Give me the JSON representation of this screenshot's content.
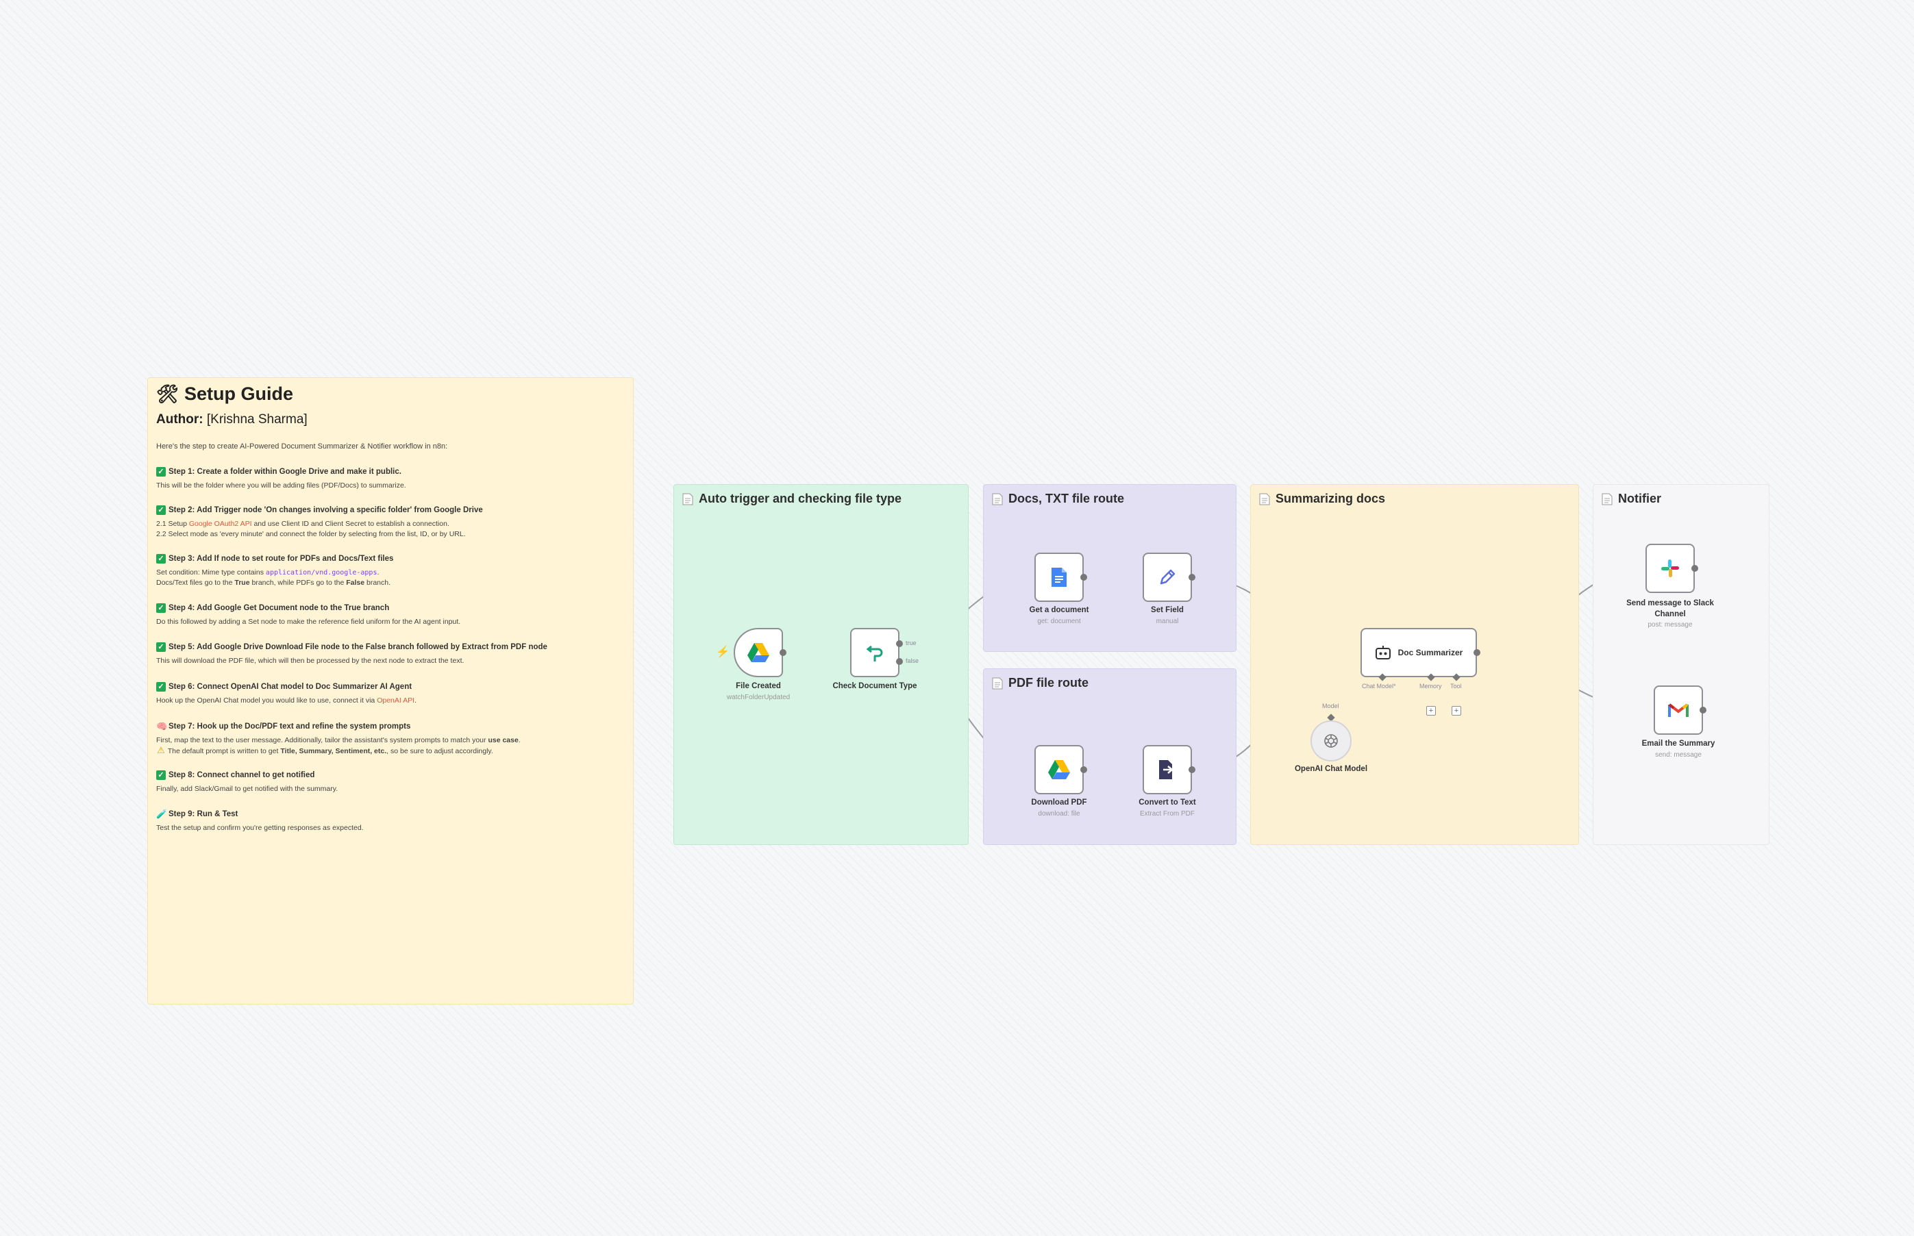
{
  "guide": {
    "title": "Setup Guide",
    "author_label": "Author:",
    "author_name": "[Krishna Sharma]",
    "intro": "Here's the step to create AI-Powered Document Summarizer & Notifier workflow in n8n:",
    "steps": [
      {
        "title": "Step 1: Create a folder within Google Drive and make it public.",
        "desc": "This will be the folder where you will be adding files (PDF/Docs) to summarize."
      },
      {
        "title": "Step 2: Add Trigger node 'On changes involving a specific folder' from Google Drive",
        "desc_prefix": "2.1 Setup ",
        "desc_link": "Google OAuth2 API",
        "desc_suffix": " and use Client ID and Client Secret to establish a connection.",
        "desc2": "2.2 Select mode as 'every minute' and connect the folder by selecting from the list, ID, or by URL."
      },
      {
        "title": "Step 3: Add If node to set route for PDFs and Docs/Text files",
        "desc_prefix": "Set condition: Mime type contains ",
        "desc_code": "application/vnd.google-apps",
        "desc_suffix": ".",
        "desc2_a": "Docs/Text files go to the ",
        "desc2_b": "True",
        "desc2_c": " branch, while PDFs go to the ",
        "desc2_d": "False",
        "desc2_e": " branch."
      },
      {
        "title": "Step 4: Add Google Get Document node to the True branch",
        "desc": "Do this followed by adding a Set node to make the reference field uniform for the AI agent input."
      },
      {
        "title": "Step 5: Add Google Drive Download File node to the False branch followed by Extract from PDF node",
        "desc": "This will download the PDF file, which will then be processed by the next node to extract the text."
      },
      {
        "title": "Step 6: Connect OpenAI Chat model to Doc Summarizer AI Agent",
        "desc_prefix": "Hook up the OpenAI Chat model you would like to use, connect it via ",
        "desc_link": "OpenAI API",
        "desc_suffix": "."
      },
      {
        "title": "Step 7: Hook up the Doc/PDF text and refine the system prompts",
        "desc_a": "First, map the text to the user message. Additionally, tailor the assistant's system prompts to match your ",
        "desc_b": "use case",
        "desc_c": ".",
        "desc2_a": "The default prompt is written to get ",
        "desc2_b": "Title, Summary, Sentiment, etc.",
        "desc2_c": ", so be sure to adjust accordingly."
      },
      {
        "title": "Step 8: Connect channel to get notified",
        "desc": "Finally, add Slack/Gmail to get notified with the summary."
      },
      {
        "title": "Step 9: Run & Test",
        "desc": "Test the setup and confirm you're getting responses as expected."
      }
    ]
  },
  "groups": {
    "trigger": "Auto trigger and checking file type",
    "docs": "Docs, TXT file route",
    "pdf": "PDF file route",
    "summarizing": "Summarizing docs",
    "notifier": "Notifier"
  },
  "nodes": {
    "file_created": {
      "label": "File Created",
      "sub": "watchFolderUpdated"
    },
    "check_type": {
      "label": "Check Document Type",
      "true": "true",
      "false": "false"
    },
    "get_doc": {
      "label": "Get a document",
      "sub": "get: document"
    },
    "set_field": {
      "label": "Set Field",
      "sub": "manual"
    },
    "download_pdf": {
      "label": "Download PDF",
      "sub": "download: file"
    },
    "convert_text": {
      "label": "Convert to Text",
      "sub": "Extract From PDF"
    },
    "doc_summarizer": {
      "label": "Doc Summarizer",
      "chat_model": "Chat Model*",
      "memory": "Memory",
      "tool": "Tool"
    },
    "openai_model": {
      "label": "OpenAI Chat Model",
      "model_tag": "Model"
    },
    "slack": {
      "label": "Send message to Slack Channel",
      "sub": "post: message"
    },
    "gmail": {
      "label": "Email the Summary",
      "sub": "send: message"
    }
  },
  "colors": {
    "trigger_group": "#d8f4e4",
    "route_group": "#e4e0f4",
    "summary_group": "#fdf1d4",
    "guide": "#fff4d5",
    "connector": "#9a9aa0"
  }
}
